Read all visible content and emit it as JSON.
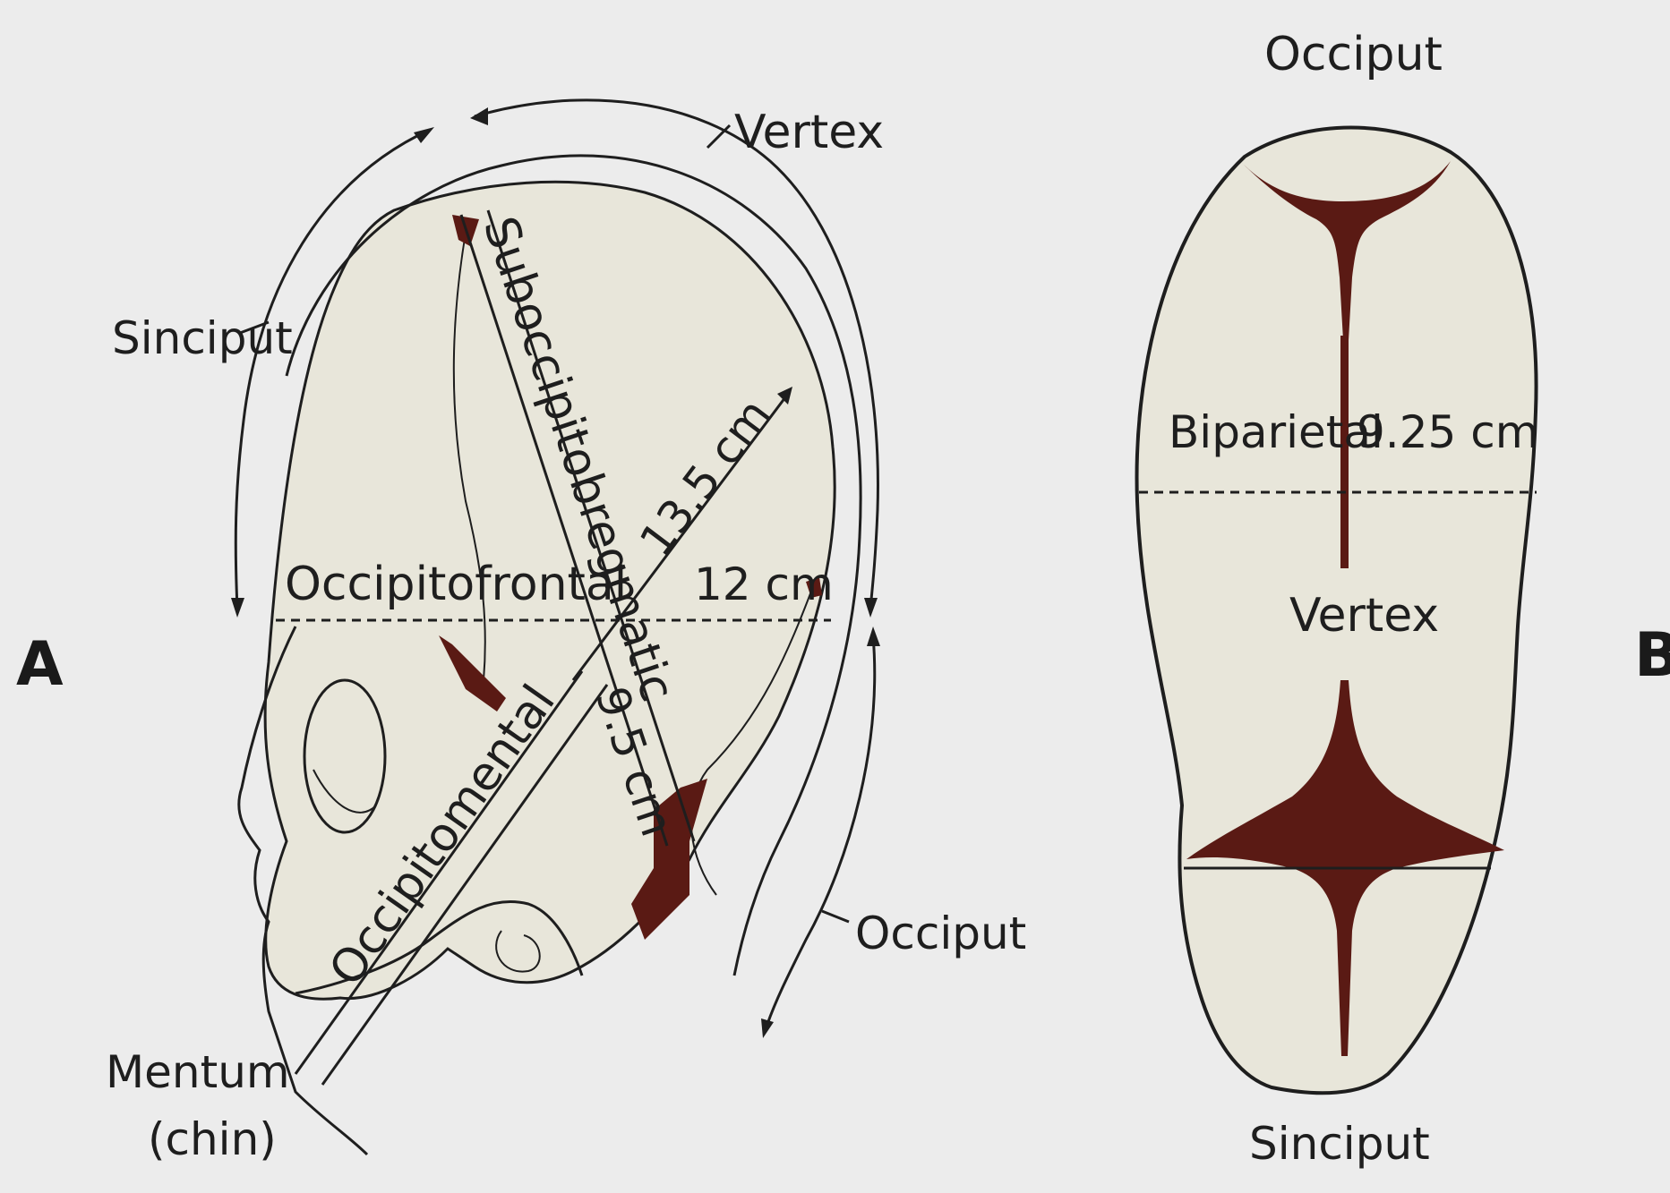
{
  "panel_a": {
    "letter": "A",
    "labels": {
      "vertex": "Vertex",
      "sinciput": "Sinciput",
      "occiput": "Occiput",
      "mentum_line1": "Mentum",
      "mentum_line2": "(chin)",
      "occipitofrontal": "Occipitofrontal",
      "suboccipitobregmatic": "Suboccipitobregmatic",
      "occipitomental": "Occipitomental",
      "dim_13_5": "13.5 cm",
      "dim_12": "12 cm",
      "dim_9_5": "9.5 cm"
    }
  },
  "panel_b": {
    "letter": "B",
    "labels": {
      "occiput": "Occiput",
      "biparietal": "Biparietal",
      "dim_9_25": "9.25 cm",
      "vertex": "Vertex",
      "sinciput": "Sinciput"
    }
  },
  "colors": {
    "background": "#ececec",
    "skull_fill": "#e8e6da",
    "line": "#1e1e1e",
    "fontanelle": "#5a1a14"
  }
}
